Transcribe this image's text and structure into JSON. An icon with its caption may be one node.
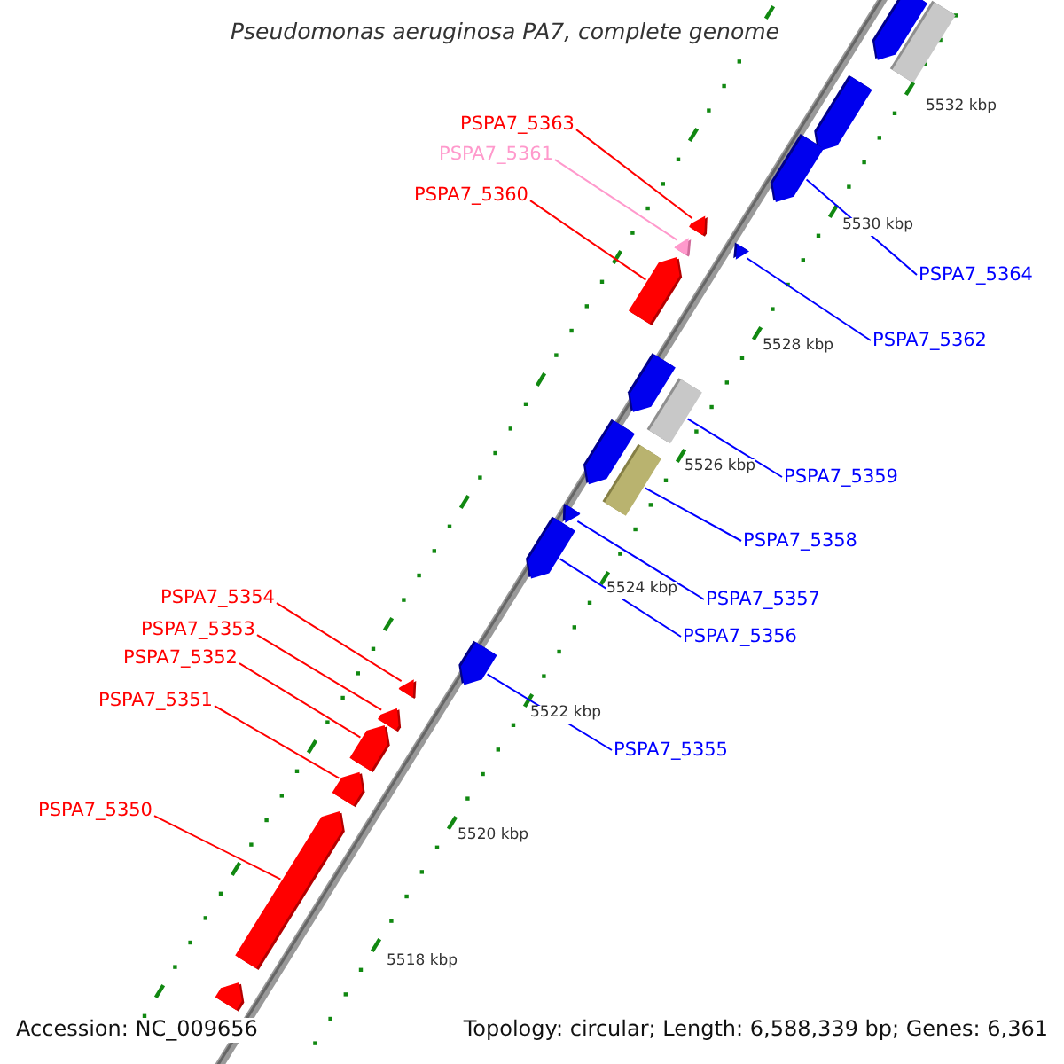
{
  "diagram": {
    "title": "Pseudomonas aeruginosa PA7, complete genome",
    "nodes": [
      {
        "text": [
          "PSPA7_5363"
        ]
      },
      {
        "text": [
          "PSPA7_5361"
        ]
      },
      {
        "text": [
          "PSPA7_5360"
        ]
      },
      {
        "text": [
          "PSPA7_5364"
        ]
      },
      {
        "text": [
          "PSPA7_5362"
        ]
      },
      {
        "text": [
          "PSPA7_5359"
        ]
      },
      {
        "text": [
          "PSPA7_5358"
        ]
      },
      {
        "text": [
          "PSPA7_5357"
        ]
      },
      {
        "text": [
          "PSPA7_5356"
        ]
      },
      {
        "text": [
          "PSPA7_5354"
        ]
      },
      {
        "text": [
          "PSPA7_5353"
        ]
      },
      {
        "text": [
          "PSPA7_5352"
        ]
      },
      {
        "text": [
          "PSPA7_5351"
        ]
      },
      {
        "text": [
          "PSPA7_5355"
        ]
      },
      {
        "text": [
          "PSPA7_5350"
        ]
      },
      {
        "text": [],
        "shape": "arrow"
      },
      {
        "text": [],
        "shape": "box"
      },
      {
        "text": [],
        "shape": "arrow"
      },
      {
        "text": [],
        "shape": "arrow"
      },
      {
        "text": [],
        "shape": "arrow"
      },
      {
        "text": [],
        "shape": "arrow"
      },
      {
        "text": [],
        "shape": "arrow"
      },
      {
        "text": [],
        "shape": "arrow"
      },
      {
        "text": [],
        "shape": "arrow"
      },
      {
        "text": [],
        "shape": "box"
      },
      {
        "text": [],
        "shape": "arrow"
      },
      {
        "text": [],
        "shape": "box"
      },
      {
        "text": [],
        "shape": "arrow"
      },
      {
        "text": [],
        "shape": "arrow"
      },
      {
        "text": [],
        "shape": "arrow"
      },
      {
        "text": [],
        "shape": "arrow"
      },
      {
        "text": [],
        "shape": "arrow"
      },
      {
        "text": [],
        "shape": "arrow"
      },
      {
        "text": [],
        "shape": "arrow"
      },
      {
        "text": [],
        "shape": "arrow"
      },
      {
        "text": [],
        "shape": "arrow"
      }
    ],
    "edges": [
      {
        "from": 0,
        "to": 19,
        "arrow": "none",
        "color": "#ff0000"
      },
      {
        "from": 1,
        "to": 20,
        "arrow": "none",
        "color": "#ff99cc"
      },
      {
        "from": 2,
        "to": 22,
        "arrow": "none",
        "color": "#ff0000"
      },
      {
        "from": 3,
        "to": 18,
        "arrow": "none",
        "color": "#0000ff"
      },
      {
        "from": 4,
        "to": 21,
        "arrow": "none",
        "color": "#0000ff"
      },
      {
        "from": 5,
        "to": 24,
        "arrow": "none",
        "color": "#0000ff"
      },
      {
        "from": 6,
        "to": 26,
        "arrow": "none",
        "color": "#0000ff"
      },
      {
        "from": 7,
        "to": 27,
        "arrow": "none",
        "color": "#0000ff"
      },
      {
        "from": 8,
        "to": 28,
        "arrow": "none",
        "color": "#0000ff"
      },
      {
        "from": 9,
        "to": 29,
        "arrow": "none",
        "color": "#ff0000"
      },
      {
        "from": 10,
        "to": 31,
        "arrow": "none",
        "color": "#ff0000"
      },
      {
        "from": 11,
        "to": 32,
        "arrow": "none",
        "color": "#ff0000"
      },
      {
        "from": 12,
        "to": 33,
        "arrow": "none",
        "color": "#ff0000"
      },
      {
        "from": 13,
        "to": 30,
        "arrow": "none",
        "color": "#0000ff"
      },
      {
        "from": 14,
        "to": 34,
        "arrow": "none",
        "color": "#ff0000"
      }
    ],
    "labels": [
      "5532 kbp",
      "5530 kbp",
      "5528 kbp",
      "5526 kbp",
      "5524 kbp",
      "5522 kbp",
      "5520 kbp",
      "5518 kbp",
      "Accession: NC_009656",
      "Topology: circular; Length: 6,588,339 bp; Genes: 6,361"
    ]
  }
}
